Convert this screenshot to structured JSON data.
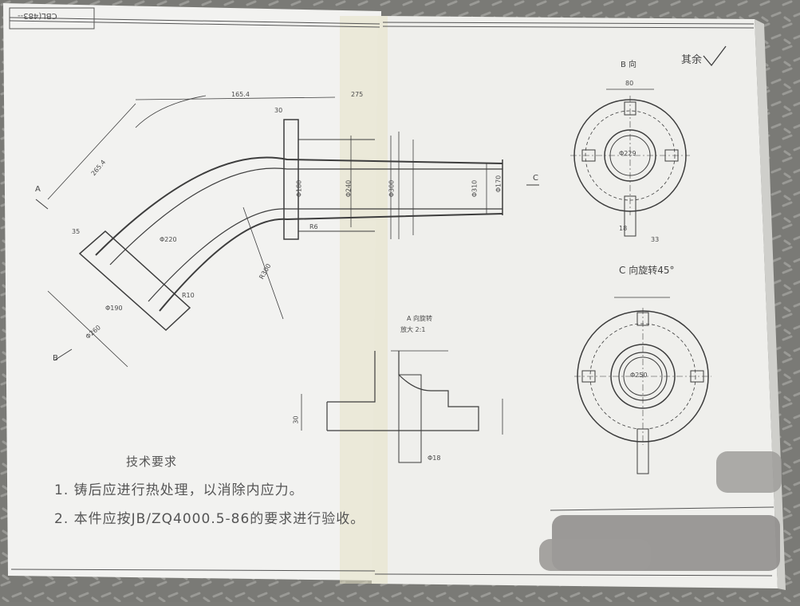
{
  "drawing": {
    "part_number": "CBL(483--",
    "roughness_note": "其余",
    "view_labels": {
      "view_a": "A",
      "view_b": "B",
      "view_c": "C",
      "section_b": "B 向",
      "section_c": "C 向旋转45°",
      "detail_a": "A 向旋转",
      "detail_a_scale": "放大 2:1"
    },
    "dimensions": [
      "165.4",
      "275",
      "30",
      "265.4",
      "35",
      "Φ180",
      "Φ240",
      "Φ300",
      "Φ310",
      "Φ170",
      "R10",
      "R6",
      "Φ190",
      "Φ260",
      "Φ229",
      "80",
      "33",
      "18",
      "Φ18",
      "30",
      "R300",
      "Φ220",
      "Φ250"
    ],
    "tech_requirements_title": "技术要求",
    "tech_requirements": [
      "1. 铸后应进行热处理，以消除内应力。",
      "2. 本件应按JB/ZQ4000.5-86的要求进行验收。"
    ]
  }
}
